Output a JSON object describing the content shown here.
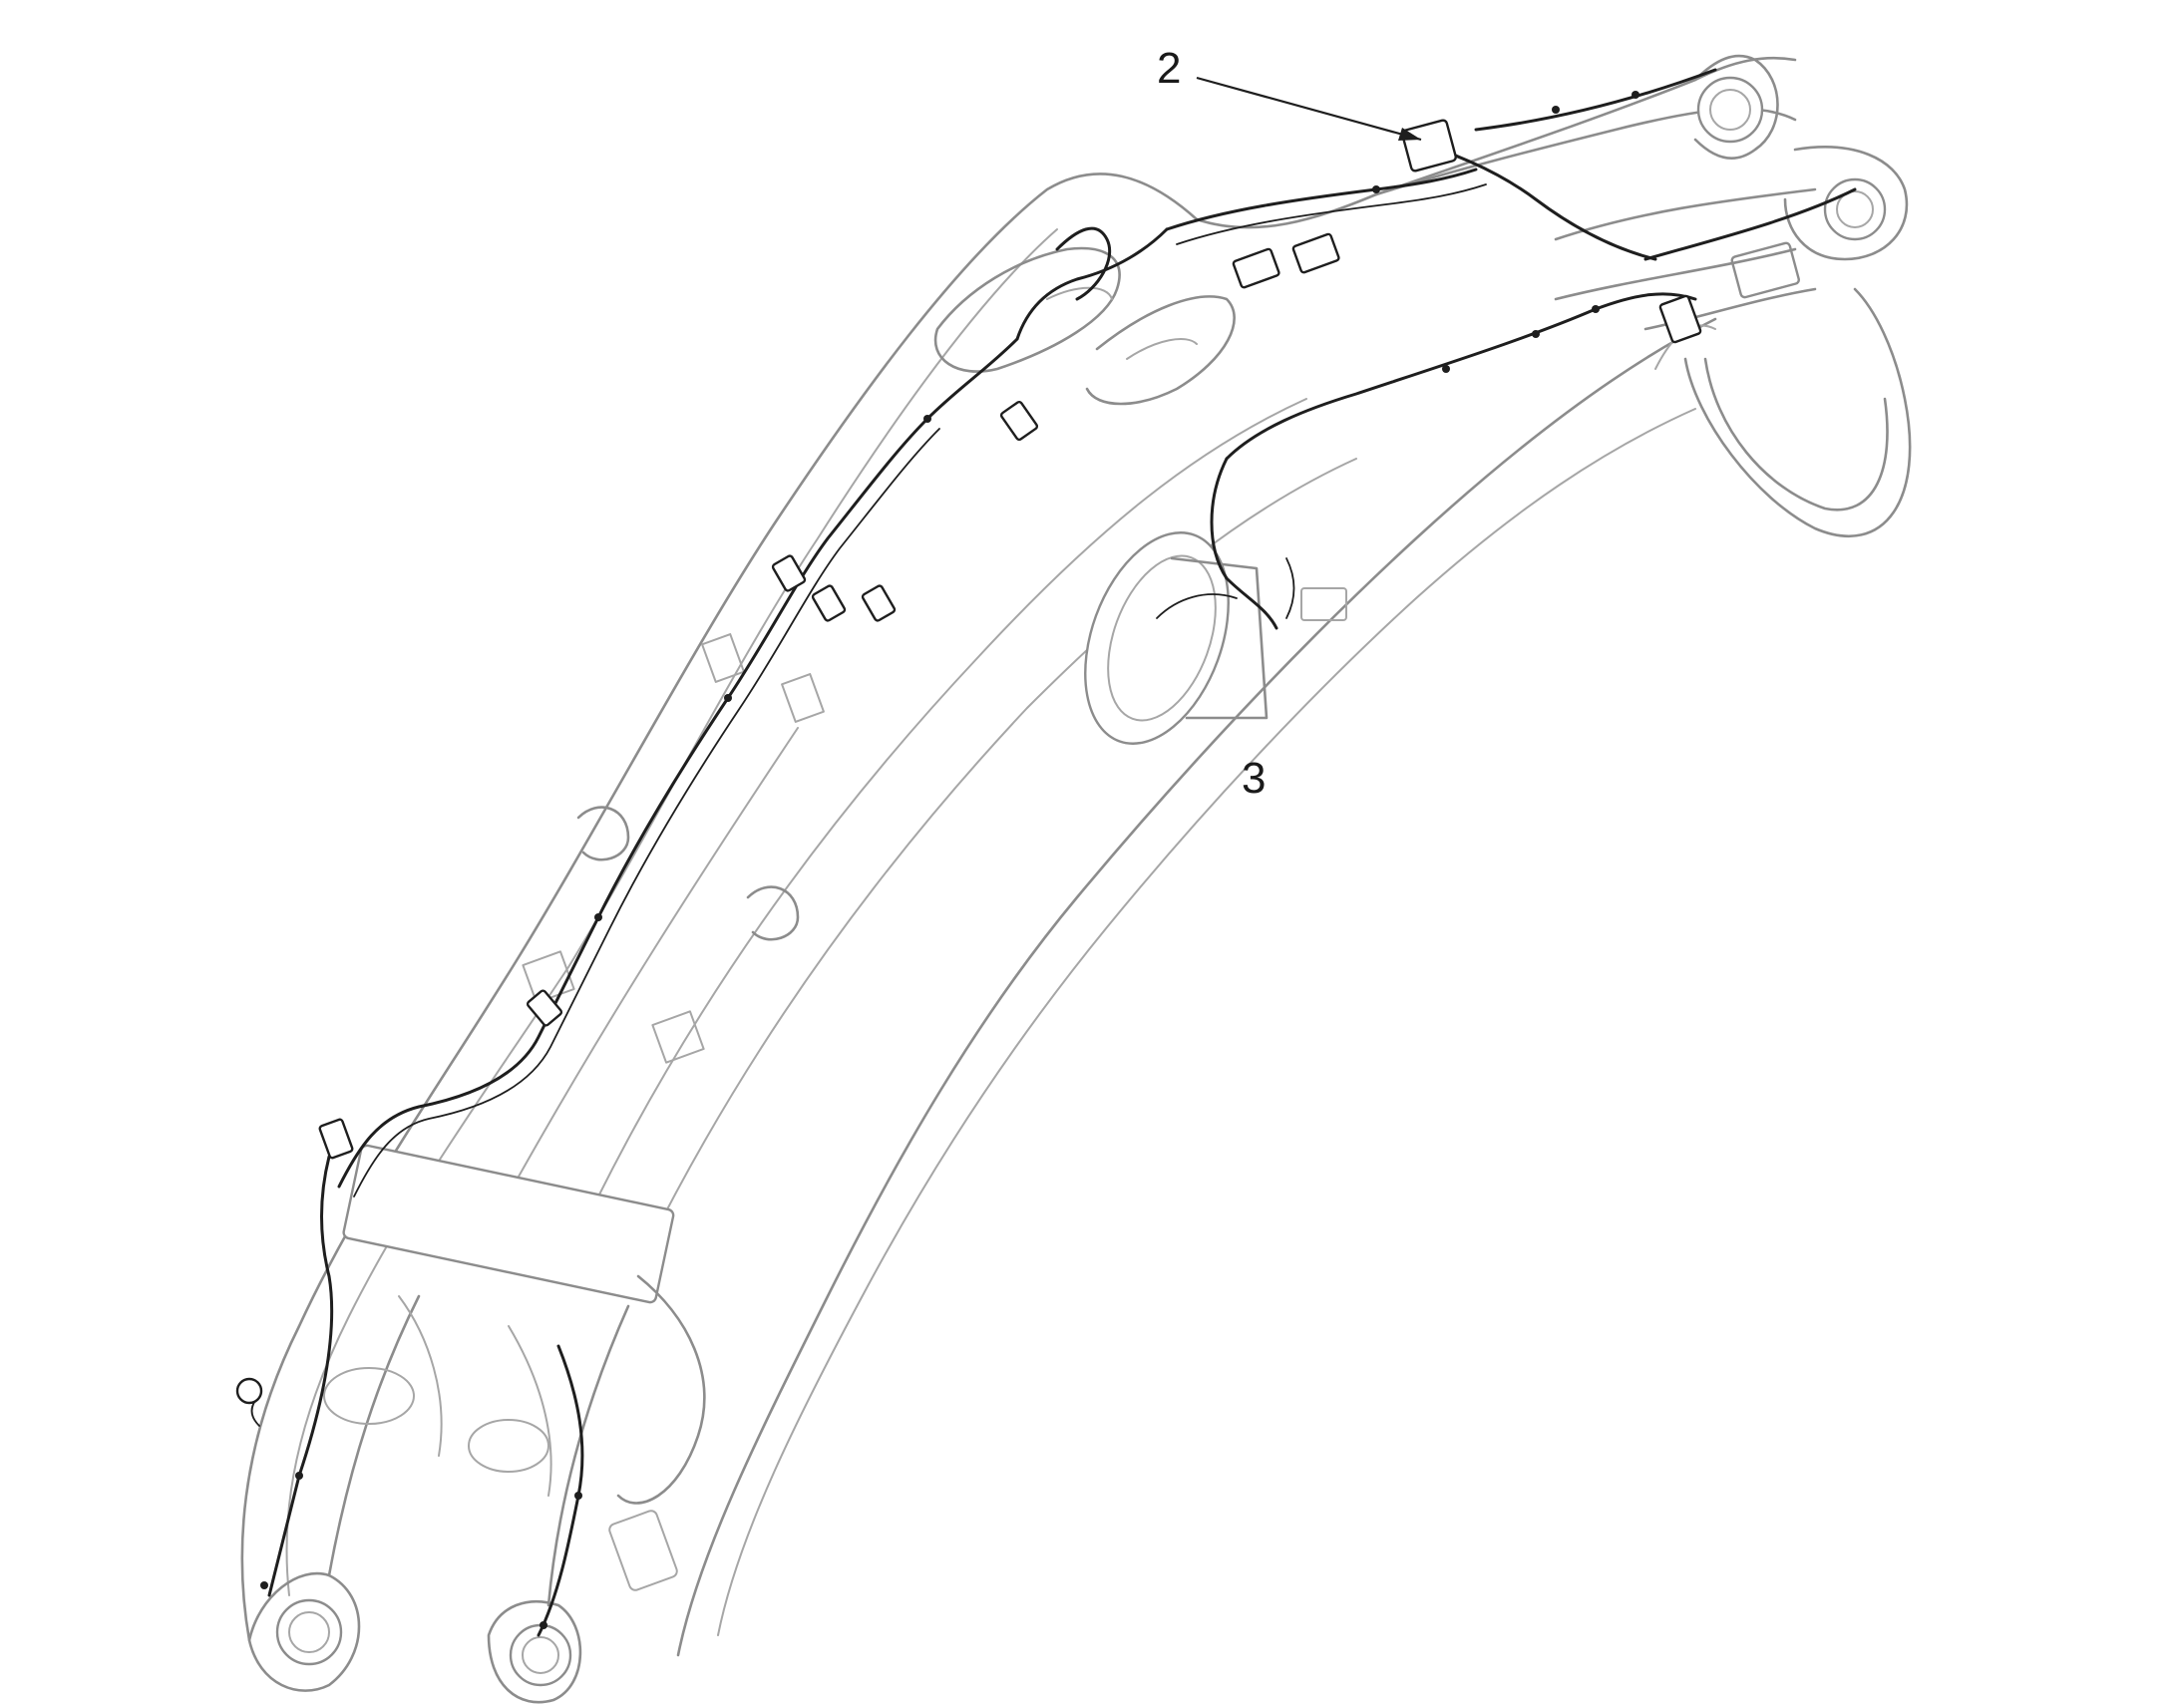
{
  "callouts": [
    {
      "id": "callout-2",
      "label": "2"
    },
    {
      "id": "callout-3",
      "label": "3"
    }
  ],
  "colors": {
    "structure_line": "#8c8c8c",
    "harness_line": "#1e1e1e",
    "background": "#ffffff"
  }
}
